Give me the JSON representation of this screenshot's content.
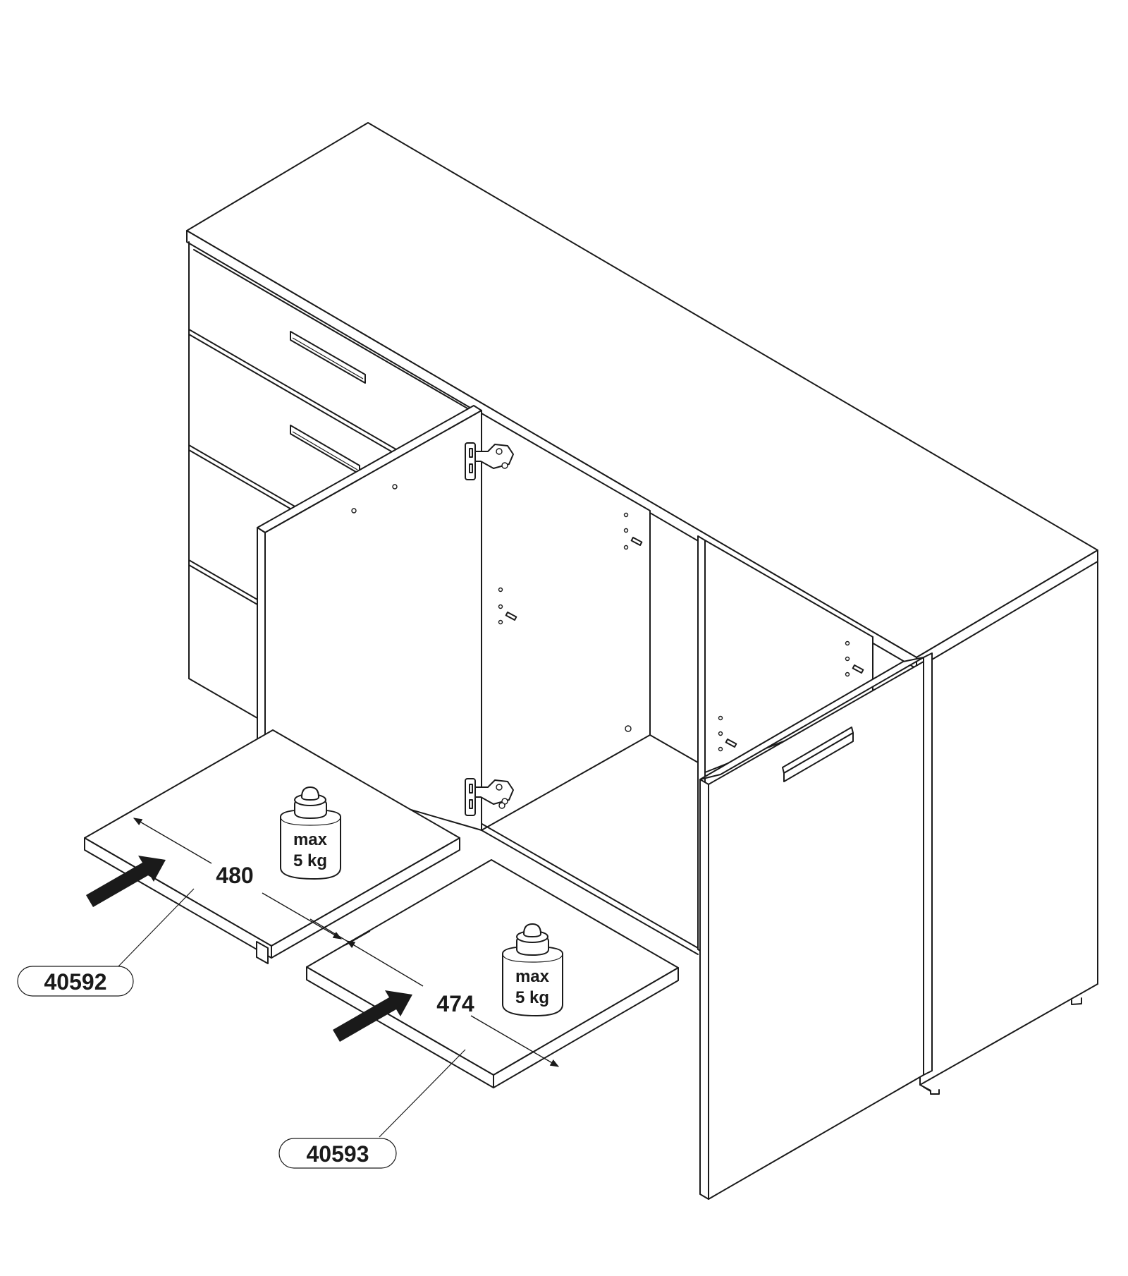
{
  "shelves": [
    {
      "part_number": "40592",
      "width_dimension": "480",
      "load_label_line1": "max",
      "load_label_line2": "5 kg"
    },
    {
      "part_number": "40593",
      "width_dimension": "474",
      "load_label_line1": "max",
      "load_label_line2": "5 kg"
    }
  ],
  "colors": {
    "line": "#1a1a1a",
    "background": "#ffffff"
  },
  "icons": [
    "weight-icon",
    "insert-arrow-icon",
    "hinge-icon",
    "shelf-support-peg-icon"
  ]
}
